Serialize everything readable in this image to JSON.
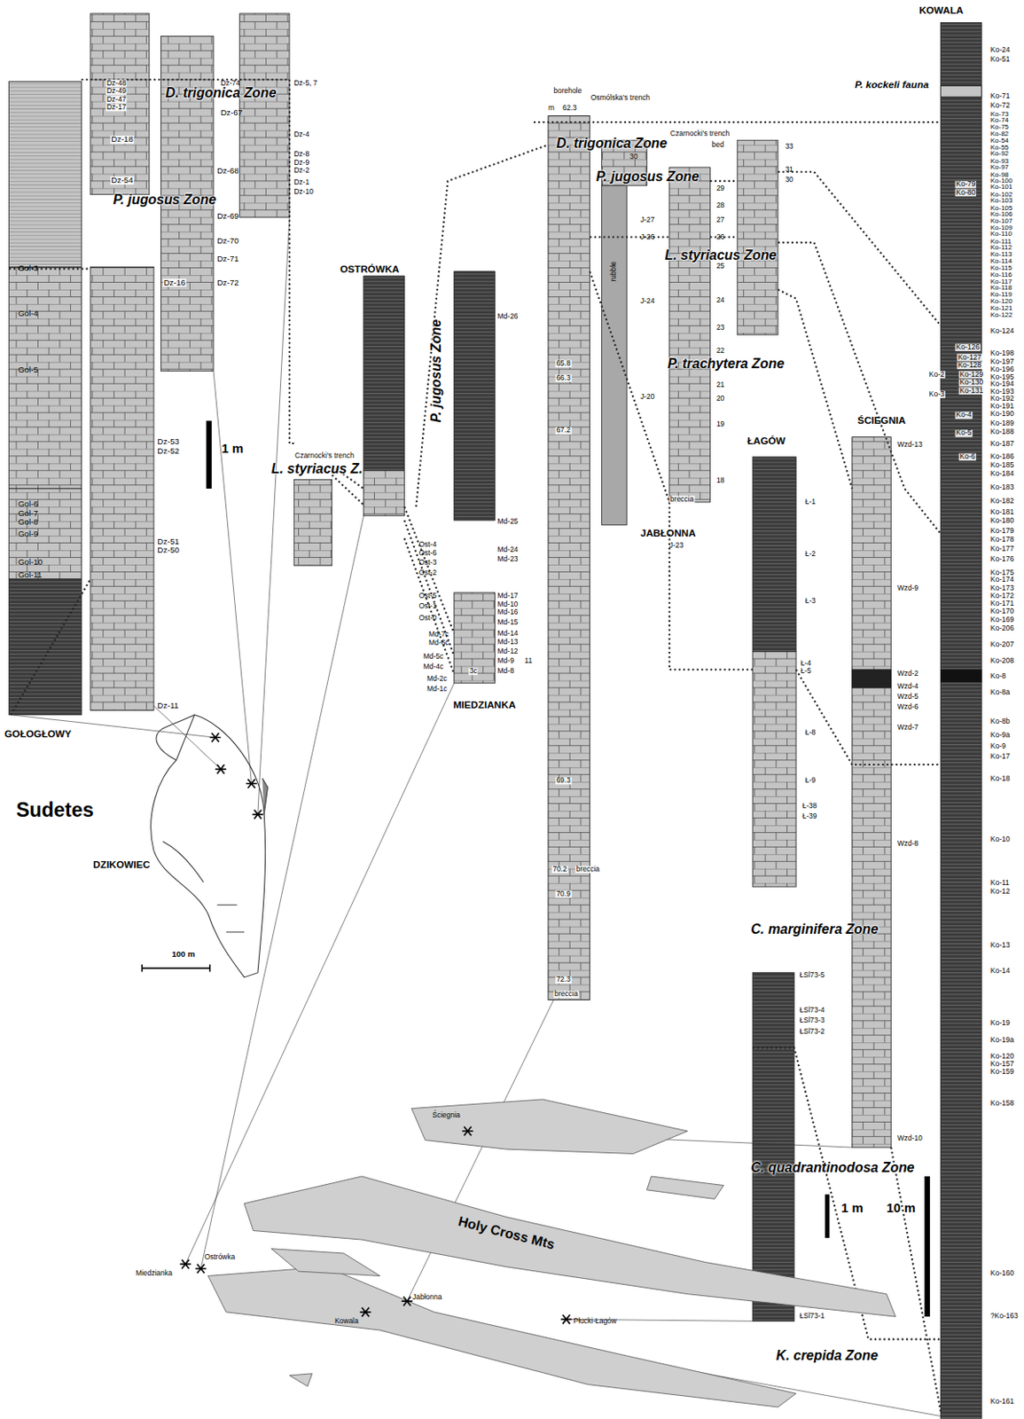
{
  "diagram": {
    "labels": [
      "Gol-3",
      "Gol-4",
      "Gol-5",
      "Gol-6",
      "Gol-7",
      "Gol-8",
      "Gol-9",
      "Gol-10",
      "Gol-11",
      "GOŁOGŁOWY",
      "Dz-48",
      "Dz-49",
      "Dz-47",
      "Dz-17",
      "Dz-18",
      "Dz-54",
      "D. trigonica Zone",
      "P. jugosus Zone",
      "Dz-74",
      "Dz-67",
      "Dz-68",
      "Dz-69",
      "Dz-70",
      "Dz-71",
      "Dz-72",
      "Dz-16",
      "Dz-5, 7",
      "Dz-4",
      "Dz-8",
      "Dz-9",
      "Dz-2",
      "Dz-1",
      "Dz-10",
      "1 m",
      "Dz-53",
      "Dz-52",
      "Dz-51",
      "Dz-50",
      "Dz-11",
      "Sudetes",
      "DZIKOWIEC",
      "100 m",
      "Czarnocki's trench",
      "OSTRÓWKA",
      "L. styriacus Z.",
      "Ost-4",
      "Ost-6",
      "Ost-3",
      "Ost-2",
      "Ost-5",
      "Ost-1",
      "Ost-0",
      "P. jugosus Zone",
      "Md-26",
      "Md-25",
      "Md-24",
      "Md-23",
      "Md-17",
      "Md-10",
      "Md-16",
      "Md-15",
      "Md-14",
      "Md-13",
      "Md-12",
      "Md-9",
      "11",
      "Md-8",
      "Md-7c",
      "Md-6c",
      "Md-5c",
      "Md-4c",
      "3c",
      "Md-2c",
      "Md-1c",
      "MIEDZIANKA",
      "borehole",
      "m",
      "62.3",
      "Osmólska's trench",
      "D. trigonica Zone",
      "30",
      "P. jugosus Zone",
      "Czarnocki's trench",
      "bed",
      "33",
      "31",
      "30",
      "29",
      "28",
      "27",
      "J-27",
      "26",
      "J-26",
      "L. styriacus Zone",
      "25",
      "24",
      "J-24",
      "23",
      "22",
      "P. trachytera Zone",
      "21",
      "J-20",
      "20",
      "19",
      "18",
      "rubble",
      "65.8",
      "66.3",
      "67.2",
      "breccia",
      "JABŁONNA",
      "J-23",
      "69.3",
      "70.2",
      "breccia",
      "70.9",
      "72.3",
      "breccia",
      "ŁAGÓW",
      "Ł-1",
      "Ł-2",
      "Ł-3",
      "Ł-4",
      "Ł-5",
      "Ł-8",
      "Ł-9",
      "Ł-38",
      "Ł-39",
      "C. marginifera Zone",
      "ŁSl73-5",
      "ŁSl73-4",
      "ŁSl73-3",
      "ŁSl73-2",
      "1 m",
      "ŁSl73-1",
      "C. quadrantinodosa Zone",
      "K. crepida Zone",
      "ŚCIEGNIA",
      "Wzd-13",
      "Wzd-9",
      "Wzd-2",
      "Wzd-4",
      "Wzd-5",
      "Wzd-6",
      "Wzd-7",
      "Wzd-8",
      "Wzd-10",
      "10 m",
      "KOWALA",
      "P. kockeli fauna",
      "Ko-24",
      "Ko-51",
      "Ko-71",
      "Ko-72",
      "Ko-73",
      "Ko-74",
      "Ko-75",
      "Ko-82",
      "Ko-54",
      "Ko-55",
      "Ko-92",
      "Ko-93",
      "Ko-97",
      "Ko-98",
      "Ko-100",
      "Ko-101",
      "Ko-102",
      "Ko-103",
      "Ko-105",
      "Ko-106",
      "Ko-107",
      "Ko-109",
      "Ko-110",
      "Ko-111",
      "Ko-112",
      "Ko-113",
      "Ko-114",
      "Ko-115",
      "Ko-116",
      "Ko-117",
      "Ko-118",
      "Ko-119",
      "Ko-120",
      "Ko-121",
      "Ko-122",
      "Ko-124",
      "Ko-79",
      "Ko-80",
      "Ko-126",
      "Ko-127",
      "Ko-128",
      "Ko-2",
      "Ko-129",
      "Ko-130",
      "Ko-131",
      "Ko-3",
      "Ko-4",
      "Ko-5",
      "Ko-6",
      "Ko-198",
      "Ko-197",
      "Ko-196",
      "Ko-195",
      "Ko-194",
      "Ko-193",
      "Ko-192",
      "Ko-191",
      "Ko-190",
      "Ko-189",
      "Ko-188",
      "Ko-187",
      "Ko-186",
      "Ko-185",
      "Ko-184",
      "Ko-183",
      "Ko-182",
      "Ko-181",
      "Ko-180",
      "Ko-179",
      "Ko-178",
      "Ko-177",
      "Ko-176",
      "Ko-175",
      "Ko-174",
      "Ko-173",
      "Ko-172",
      "Ko-171",
      "Ko-170",
      "Ko-169",
      "Ko-206",
      "Ko-207",
      "Ko-208",
      "Ko-8",
      "Ko-8a",
      "Ko-8b",
      "Ko-9a",
      "Ko-9",
      "Ko-17",
      "Ko-18",
      "Ko-10",
      "Ko-11",
      "Ko-12",
      "Ko-13",
      "Ko-14",
      "Ko-19",
      "Ko-19a",
      "Ko-120",
      "Ko-157",
      "Ko-159",
      "Ko-158",
      "Ko-160",
      "?Ko-163",
      "Ko-161",
      "Ściegnia",
      "Holy Cross Mts",
      "Ostrówka",
      "Miedzianka",
      "Kowala",
      "Jabłonna",
      "Płucki-Łagów"
    ]
  }
}
